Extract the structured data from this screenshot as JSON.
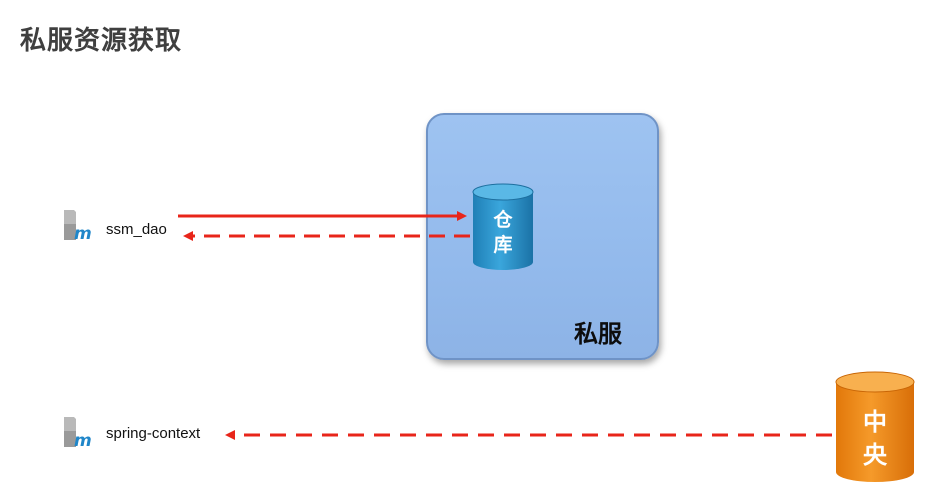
{
  "page": {
    "title": "私服资源获取"
  },
  "private_server": {
    "label": "私服"
  },
  "repository": {
    "line1": "仓",
    "line2": "库"
  },
  "central": {
    "line1": "中",
    "line2": "央"
  },
  "artifacts": [
    {
      "name": "ssm_dao",
      "icon": "maven-file-icon"
    },
    {
      "name": "spring-context",
      "icon": "maven-file-icon"
    }
  ],
  "colors": {
    "arrow": "#e8251a",
    "server_fill": "#9ec3f1",
    "repo_cylinder": "#2a8fc6",
    "central_cylinder": "#ee8a16"
  }
}
